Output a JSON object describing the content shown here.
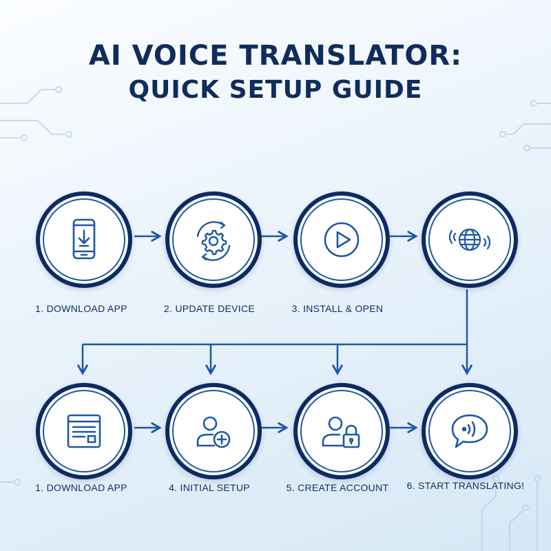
{
  "title": {
    "line1": "AI VOICE TRANSLATOR:",
    "line2": "QUICK SETUP GUIDE"
  },
  "steps_top": [
    {
      "label": "1. DOWNLOAD APP",
      "icon": "phone-download-icon"
    },
    {
      "label": "2. UPDATE DEVICE",
      "icon": "gear-refresh-icon"
    },
    {
      "label": "3. INSTALL & OPEN",
      "icon": "play-icon"
    },
    {
      "label": "",
      "icon": "globe-voice-icon"
    }
  ],
  "steps_bottom": [
    {
      "label": "1. DOWNLOAD APP",
      "icon": "app-window-icon"
    },
    {
      "label": "4. INITIAL SETUP",
      "icon": "user-add-icon"
    },
    {
      "label": "5. CREATE ACCOUNT",
      "icon": "user-lock-icon"
    },
    {
      "label": "6. START TRANSLATING!",
      "icon": "speech-bubble-icon"
    }
  ],
  "colors": {
    "dark_navy": "#0d2a63",
    "accent_blue": "#1c57a6",
    "title": "#0f2c5c"
  }
}
